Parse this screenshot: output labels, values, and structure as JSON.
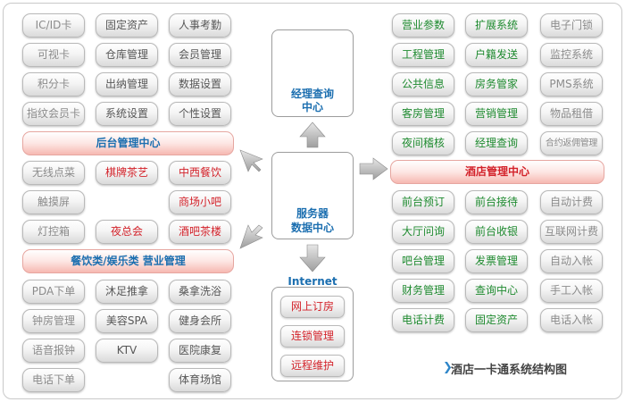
{
  "left_top": [
    "IC/ID卡",
    "固定资产",
    "人事考勤",
    "可视卡",
    "仓库管理",
    "会员管理",
    "积分卡",
    "出纳管理",
    "数据设置",
    "指纹会员卡",
    "系统设置",
    "个性设置"
  ],
  "left_top_bar": "后台管理中心",
  "left_mid": [
    "无线点菜",
    "棋牌茶艺",
    "中西餐饮",
    "触摸屏",
    "商场小吧",
    "灯控箱",
    "夜总会",
    "酒吧茶楼"
  ],
  "left_mid_bar": "餐饮类/娱乐类  营业管理",
  "left_bottom": [
    "PDA下单",
    "沐足推拿",
    "桑拿洗浴",
    "钟房管理",
    "美容SPA",
    "健身会所",
    "语音报钟",
    "KTV",
    "医院康复",
    "电话下单",
    "体育场馆"
  ],
  "query_center": {
    "line1": "经理查询",
    "line2": "中心"
  },
  "server_center": {
    "line1": "服务器",
    "line2": "数据中心"
  },
  "internet": {
    "title": "Internet",
    "items": [
      "网上订房",
      "连锁管理",
      "远程维护"
    ]
  },
  "right_top": [
    "营业参数",
    "扩展系统",
    "电子门锁",
    "工程管理",
    "户籍发送",
    "监控系统",
    "公共信息",
    "房务管家",
    "PMS系统",
    "客房管理",
    "营销管理",
    "物品租借",
    "夜间稽核",
    "经理查询",
    "合约返佣管理"
  ],
  "right_bar": "酒店管理中心",
  "right_bottom": [
    "前台预订",
    "前台接待",
    "自动计费",
    "大厅问询",
    "前台收银",
    "互联网计费",
    "吧台管理",
    "发票管理",
    "自动入帐",
    "财务管理",
    "查询中心",
    "手工入帐",
    "电话计费",
    "固定资产",
    "电话入帐"
  ],
  "caption": "酒店一卡通系统结构图"
}
